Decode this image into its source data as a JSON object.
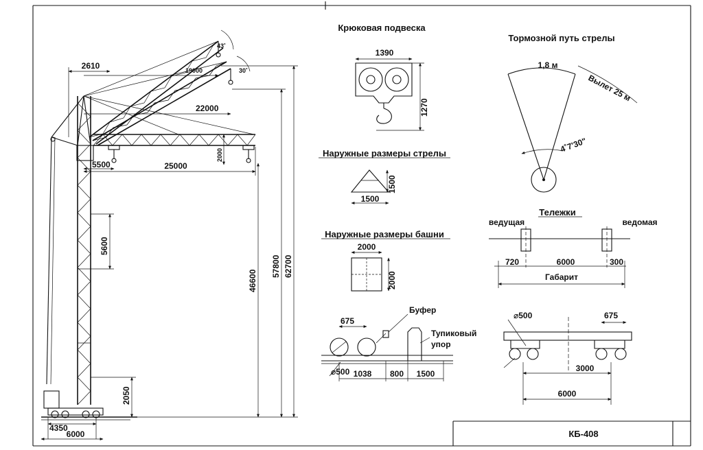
{
  "drawing": {
    "stamp": "КБ-408",
    "crane": {
      "tail_radius": "2610",
      "hook_reach_raised": "19000",
      "hook_reach_mid": "22000",
      "angle_high": "43˚",
      "angle_mid": "30˚",
      "boom_height": "2000",
      "tower_offset": "5500",
      "max_reach": "25000",
      "section_height": "5600",
      "height_horizontal": "46600",
      "height_mid": "57800",
      "height_max": "62700",
      "base_height": "2050",
      "track_gauge": "4350",
      "base_width": "6000"
    },
    "hook_block": {
      "title": "Крюковая подвеска",
      "width": "1390",
      "height": "1270"
    },
    "brake": {
      "title": "Тормозной путь стрелы",
      "arc": "1,8 м",
      "reach": "Вылет 25 м",
      "angle": "4˚7'30\""
    },
    "boom_section": {
      "title": "Наружные размеры стрелы",
      "width": "1500",
      "height": "1500"
    },
    "tower_section": {
      "title": "Наружные размеры башни",
      "width": "2000",
      "height": "2000"
    },
    "bogies": {
      "title": "Тележки",
      "driving": "ведущая",
      "driven": "ведомая",
      "left": "720",
      "middle": "6000",
      "right": "300",
      "overall": "Габарит"
    },
    "buffer": {
      "buffer_label": "Буфер",
      "stop_label": "Тупиковый",
      "stop_label_2": "упор",
      "wheel_spacing": "675",
      "wheel_diameter": "⌀500",
      "d1": "1038",
      "d2": "800",
      "d3": "1500"
    },
    "chassis": {
      "wheel_diameter": "⌀500",
      "wheel_spacing": "675",
      "axle_distance": "3000",
      "overall": "6000"
    }
  }
}
